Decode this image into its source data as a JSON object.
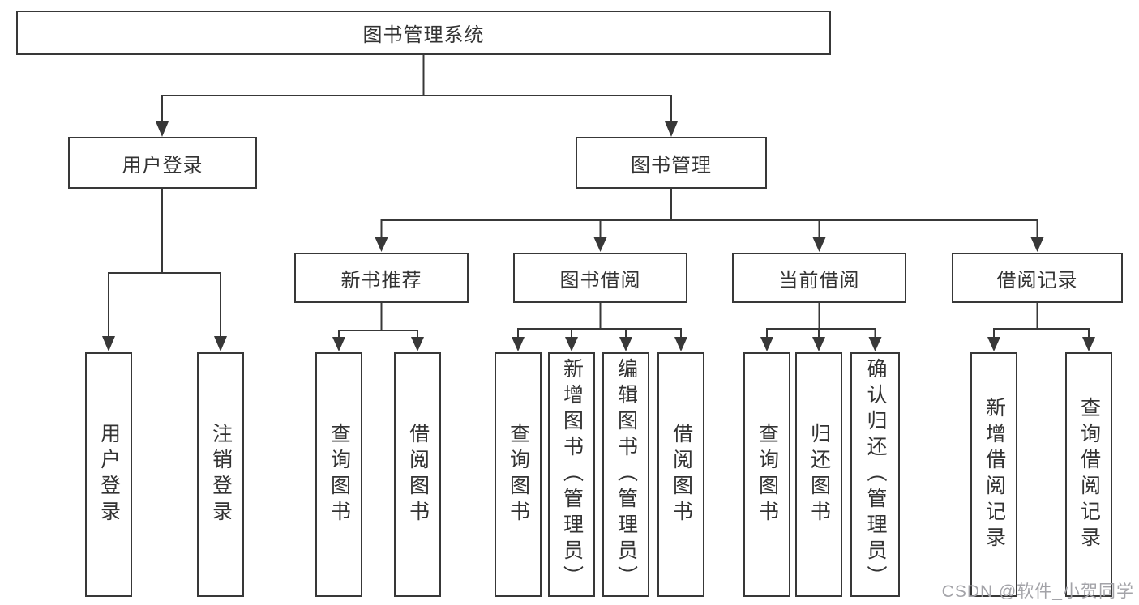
{
  "diagram": {
    "root": {
      "label": "图书管理系统"
    },
    "level2": {
      "user_login": {
        "label": "用户登录"
      },
      "book_mgmt": {
        "label": "图书管理"
      }
    },
    "level3": {
      "new_book": {
        "label": "新书推荐"
      },
      "borrow": {
        "label": "图书借阅"
      },
      "current": {
        "label": "当前借阅"
      },
      "records": {
        "label": "借阅记录"
      }
    },
    "leaves": {
      "user_login": {
        "login": "用户登录",
        "logout": "注销登录"
      },
      "new_book": {
        "query": "查询图书",
        "borrow": "借阅图书"
      },
      "borrow": {
        "query": "查询图书",
        "add": "新增图书（管理员）",
        "edit": "编辑图书（管理员）",
        "borrow": "借阅图书"
      },
      "current": {
        "query": "查询图书",
        "return": "归还图书",
        "confirm": "确认归还（管理员）"
      },
      "records": {
        "add": "新增借阅记录",
        "query": "查询借阅记录"
      }
    },
    "watermark": {
      "text": "CSDN @软件_小贺同学"
    },
    "colors": {
      "line": "#383838",
      "text": "#333333",
      "box_background": "#ffffff",
      "watermark": "#a3a3a8"
    }
  }
}
